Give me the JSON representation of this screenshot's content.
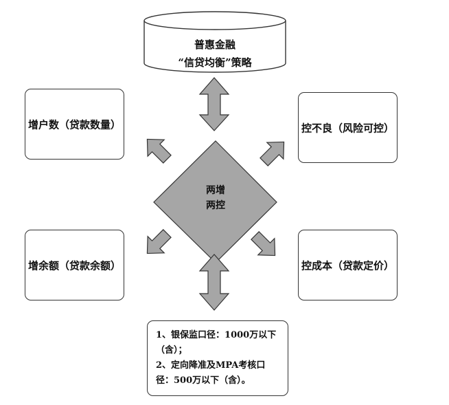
{
  "top": {
    "line1": "普惠金融",
    "line2": "“信贷均衡”策略"
  },
  "center": {
    "line1": "两增",
    "line2": "两控"
  },
  "boxes": {
    "top_left": "增户数（贷款数量）",
    "top_right": "控不良（风险可控）",
    "bottom_left": "增余额（贷款余额）",
    "bottom_right": "控成本（贷款定价）"
  },
  "note": {
    "line1": "1、银保监口径：1000万以下",
    "line2": "（含）；",
    "line3": "2、定向降准及MPA考核口",
    "line4": "径：500万以下（含）。"
  },
  "colors": {
    "shape_fill": "#a6a6a6",
    "stroke": "#333333"
  }
}
